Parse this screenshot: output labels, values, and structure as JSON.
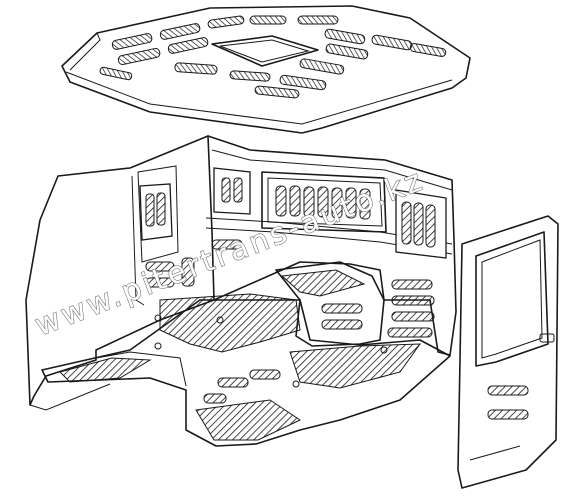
{
  "watermark": {
    "text": "www.pitertrans-auto.kz",
    "outline_color": "#6a6a6a"
  },
  "colors": {
    "ink": "#1a1a1a",
    "paper": "#ffffff"
  },
  "parts": {
    "roof_panel": "roof-insulation-panel",
    "cab_shell": "cab-interior-shell",
    "floor_mat": "floor-covering",
    "door_panel": "door-inner-panel"
  }
}
